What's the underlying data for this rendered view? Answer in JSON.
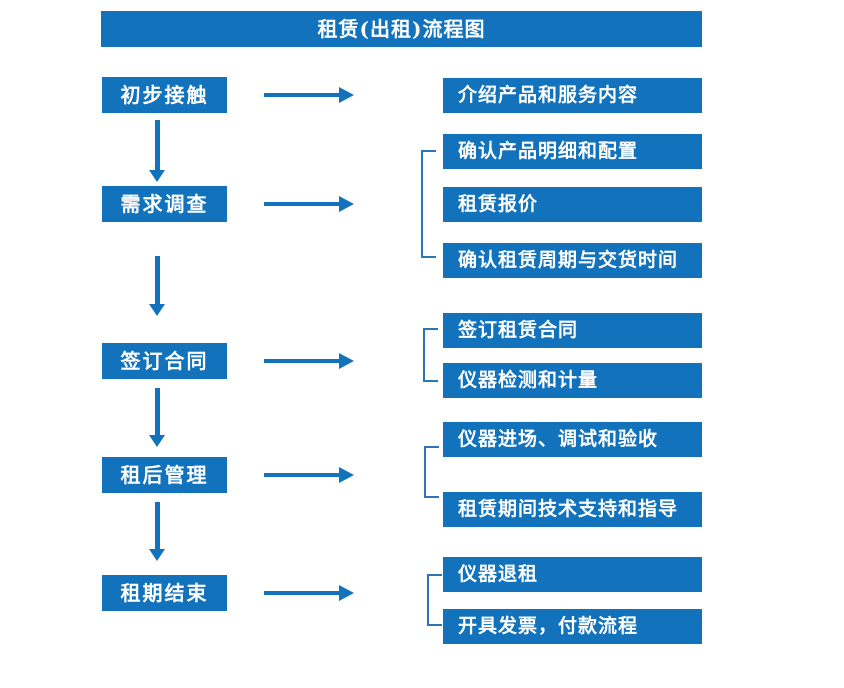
{
  "title": "租赁(出租)流程图",
  "colors": {
    "box_fill": "#1272BC",
    "arrow": "#1272BC",
    "bracket": "#2E75B6",
    "box_text": "#FFFFFF",
    "background": "#FFFFFF"
  },
  "stages": [
    {
      "label": "初步接触",
      "outputs": [
        "介绍产品和服务内容"
      ]
    },
    {
      "label": "需求调查",
      "outputs": [
        "确认产品明细和配置",
        "租赁报价",
        "确认租赁周期与交货时间"
      ]
    },
    {
      "label": "签订合同",
      "outputs": [
        "签订租赁合同",
        "仪器检测和计量"
      ]
    },
    {
      "label": "租后管理",
      "outputs": [
        "仪器进场、调试和验收",
        "租赁期间技术支持和指导"
      ]
    },
    {
      "label": "租期结束",
      "outputs": [
        "仪器退租",
        "开具发票，付款流程"
      ]
    }
  ]
}
